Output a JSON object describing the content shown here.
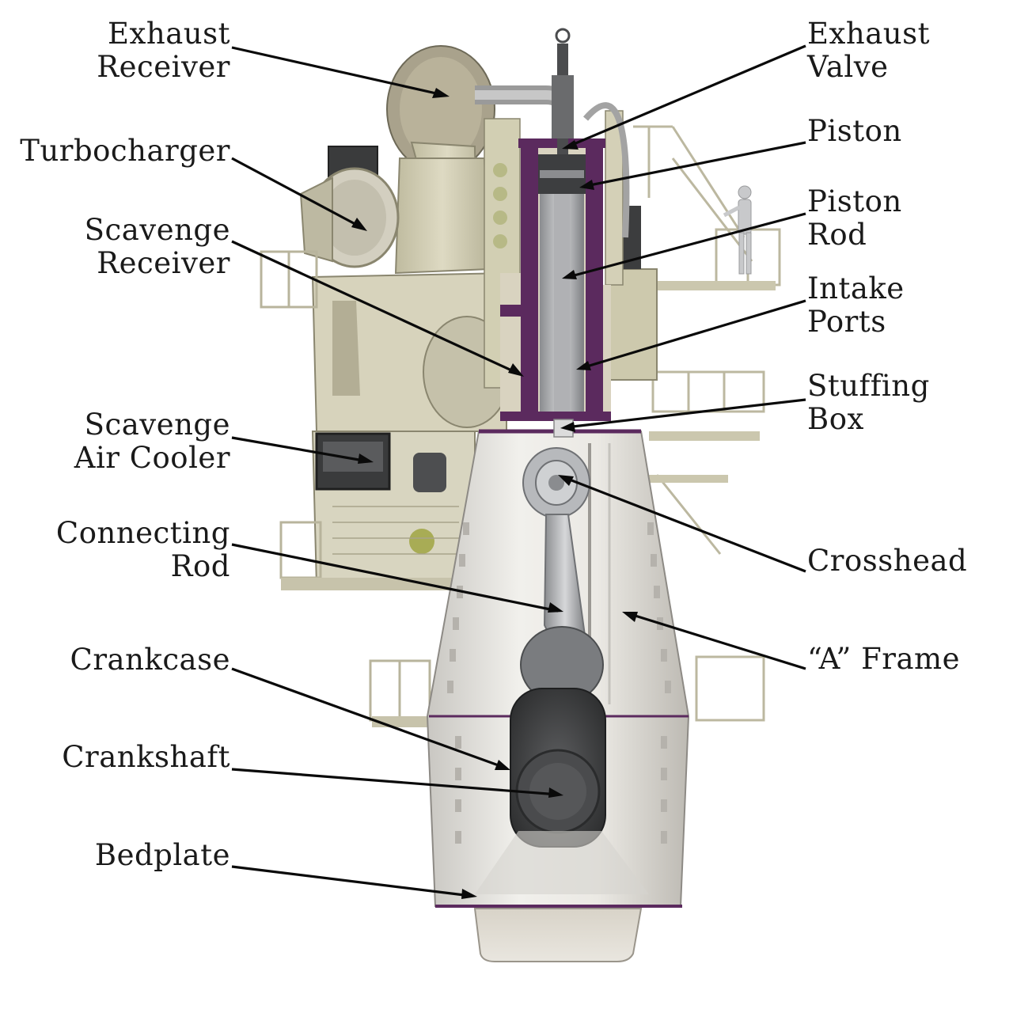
{
  "labels": {
    "left": [
      {
        "key": "exhaust_receiver",
        "lines": [
          "Exhaust",
          "Receiver"
        ]
      },
      {
        "key": "turbocharger",
        "lines": [
          "Turbocharger"
        ]
      },
      {
        "key": "scavenge_receiver",
        "lines": [
          "Scavenge",
          "Receiver"
        ]
      },
      {
        "key": "scavenge_air_cooler",
        "lines": [
          "Scavenge",
          "Air Cooler"
        ]
      },
      {
        "key": "connecting_rod",
        "lines": [
          "Connecting",
          "Rod"
        ]
      },
      {
        "key": "crankcase",
        "lines": [
          "Crankcase"
        ]
      },
      {
        "key": "crankshaft",
        "lines": [
          "Crankshaft"
        ]
      },
      {
        "key": "bedplate",
        "lines": [
          "Bedplate"
        ]
      }
    ],
    "right": [
      {
        "key": "exhaust_valve",
        "lines": [
          "Exhaust",
          "Valve"
        ]
      },
      {
        "key": "piston",
        "lines": [
          "Piston"
        ]
      },
      {
        "key": "piston_rod",
        "lines": [
          "Piston",
          "Rod"
        ]
      },
      {
        "key": "intake_ports",
        "lines": [
          "Intake",
          "Ports"
        ]
      },
      {
        "key": "stuffing_box",
        "lines": [
          "Stuffing",
          "Box"
        ]
      },
      {
        "key": "crosshead",
        "lines": [
          "Crosshead"
        ]
      },
      {
        "key": "a_frame",
        "lines": [
          "“A” Frame"
        ]
      }
    ]
  },
  "colors": {
    "background": "#ffffff",
    "text": "#1a1a1a",
    "leader": "#0a0a0a",
    "engine_body": "#d9d6cc",
    "cream_parts": "#cfcbb0",
    "dark_parts": "#4a4b4c",
    "cylinder_purple": "#5b2a5e"
  }
}
